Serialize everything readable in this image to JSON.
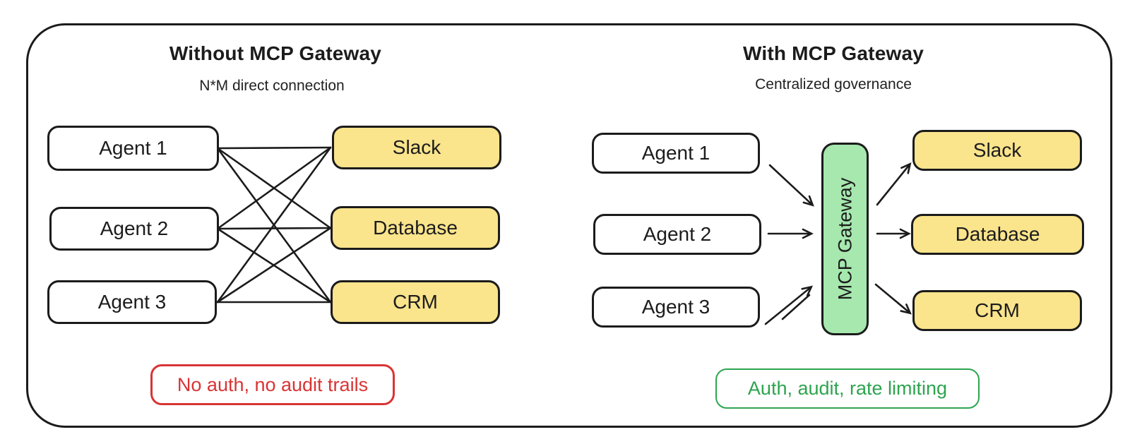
{
  "diagram": {
    "left": {
      "title": "Without MCP Gateway",
      "subtitle": "N*M direct connection",
      "agents": [
        {
          "label": "Agent 1"
        },
        {
          "label": "Agent 2"
        },
        {
          "label": "Agent 3"
        }
      ],
      "services": [
        {
          "label": "Slack"
        },
        {
          "label": "Database"
        },
        {
          "label": "CRM"
        }
      ],
      "badge": {
        "label": "No auth, no audit trails"
      }
    },
    "right": {
      "title": "With MCP Gateway",
      "subtitle": "Centralized governance",
      "agents": [
        {
          "label": "Agent 1"
        },
        {
          "label": "Agent 2"
        },
        {
          "label": "Agent 3"
        }
      ],
      "gateway": {
        "label": "MCP Gateway"
      },
      "services": [
        {
          "label": "Slack"
        },
        {
          "label": "Database"
        },
        {
          "label": "CRM"
        }
      ],
      "badge": {
        "label": "Auth, audit, rate limiting"
      }
    }
  },
  "colors": {
    "outline": "#1b1b1b",
    "service_fill": "#FAE48C",
    "gateway_fill": "#A6E8AE",
    "agent_fill": "#FFFFFF",
    "badge_red": "#D93434",
    "badge_green": "#2EA44F",
    "background": "#FFFFFF"
  }
}
